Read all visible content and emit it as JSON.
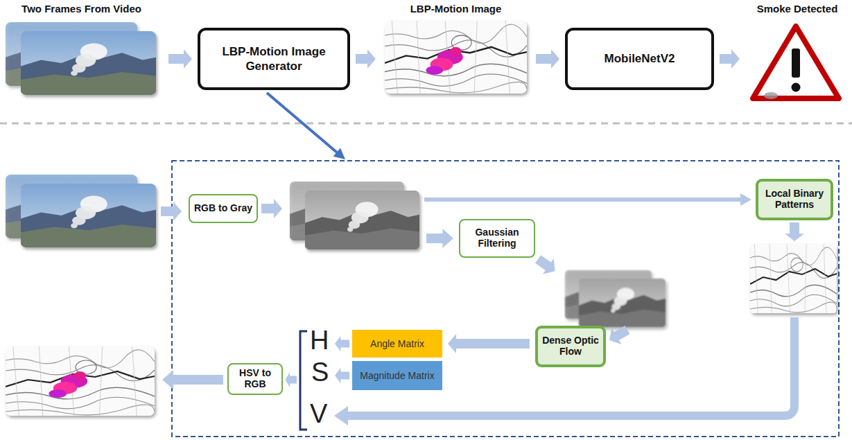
{
  "diagram": {
    "nodes": [
      {
        "text": [
          "Two Frames From Video"
        ]
      },
      {
        "text": [
          "LBP-Motion Image Generator"
        ]
      },
      {
        "text": [
          "LBP-Motion Image"
        ]
      },
      {
        "text": [
          "MobileNetV2"
        ]
      },
      {
        "text": [
          "Smoke Detected"
        ]
      },
      {
        "text": [
          "RGB to Gray"
        ]
      },
      {
        "text": [
          "Local Binary Patterns"
        ]
      },
      {
        "text": [
          "Gaussian Filtering"
        ]
      },
      {
        "text": [
          "Dense Optic Flow"
        ]
      },
      {
        "text": [
          "Angle Matrix"
        ]
      },
      {
        "text": [
          "Magnitude Matrix"
        ]
      },
      {
        "text": [
          "HSV to RGB"
        ]
      }
    ],
    "edges": [
      {
        "from": 0,
        "to": 1,
        "arrow": "to"
      },
      {
        "from": 1,
        "to": 2,
        "arrow": "to"
      },
      {
        "from": 2,
        "to": 3,
        "arrow": "to"
      },
      {
        "from": 3,
        "to": 4,
        "arrow": "to"
      },
      {
        "from": 8,
        "to": 9,
        "arrow": "to"
      }
    ],
    "labels": [
      "H",
      "S",
      "V"
    ]
  }
}
